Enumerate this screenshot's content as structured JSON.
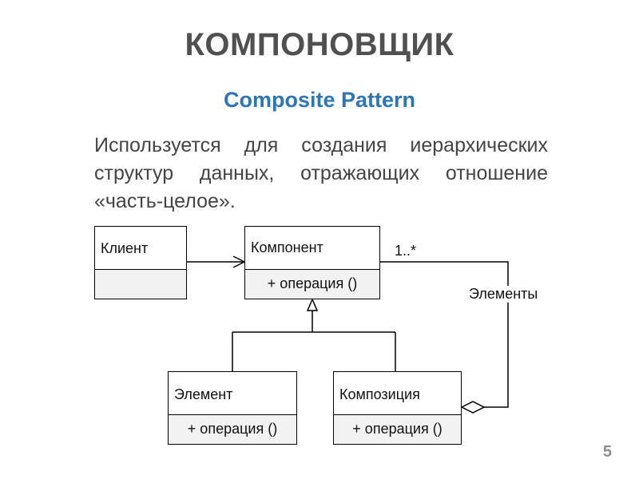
{
  "slide": {
    "title": "КОМПОНОВЩИК",
    "subtitle": "Composite Pattern",
    "description": "Используется для создания иерархических структур данных, отражающих отношение «часть-целое».",
    "page_number": "5"
  },
  "diagram": {
    "classes": {
      "client": {
        "name": "Клиент",
        "operation": ""
      },
      "component": {
        "name": "Компонент",
        "operation": "+ операция ()"
      },
      "leaf": {
        "name": "Элемент",
        "operation": "+ операция ()"
      },
      "composite": {
        "name": "Композиция",
        "operation": "+ операция ()"
      }
    },
    "relations": {
      "multiplicity": "1..*",
      "role": "Элементы"
    }
  }
}
